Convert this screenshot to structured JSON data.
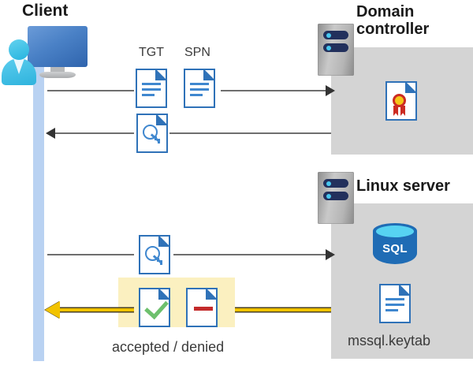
{
  "diagram": {
    "actors": {
      "client": {
        "title": "Client",
        "icon": "client-computer-user-icon"
      },
      "domain_controller": {
        "title": "Domain controller",
        "icon": "server-rack-icon",
        "contents": [
          {
            "icon": "certificate-document-icon",
            "label": ""
          }
        ]
      },
      "linux_server": {
        "title": "Linux server",
        "icon": "server-rack-icon",
        "contents": [
          {
            "icon": "sql-database-icon",
            "label": "SQL"
          },
          {
            "icon": "keytab-document-icon",
            "label": "mssql.keytab"
          }
        ]
      }
    },
    "messages": [
      {
        "id": "m1",
        "direction": "right",
        "icons": [
          {
            "name": "tgt-document-icon",
            "label": "TGT"
          },
          {
            "name": "spn-document-icon",
            "label": "SPN"
          }
        ]
      },
      {
        "id": "m2",
        "direction": "left",
        "icons": [
          {
            "name": "key-document-icon",
            "label": ""
          }
        ]
      },
      {
        "id": "m3",
        "direction": "right",
        "icons": [
          {
            "name": "key-document-icon",
            "label": ""
          }
        ]
      },
      {
        "id": "m4",
        "direction": "left",
        "highlighted": true,
        "caption": "accepted / denied",
        "icons": [
          {
            "name": "accepted-document-icon",
            "label": ""
          },
          {
            "name": "denied-document-icon",
            "label": ""
          }
        ]
      }
    ],
    "labels": {
      "tgt": "TGT",
      "spn": "SPN",
      "sql": "SQL",
      "keytab": "mssql.keytab",
      "result": "accepted / denied"
    },
    "colors": {
      "panel_gray": "#d4d4d4",
      "lifeline_blue": "#b9d2f2",
      "doc_blue": "#2f72b8",
      "highlight_yellow": "#fbf0c0",
      "gold_arrow": "#f2c300",
      "accept_green": "#6dc06d",
      "deny_red": "#c32b2b",
      "line_gray": "#6e6e6e"
    }
  }
}
